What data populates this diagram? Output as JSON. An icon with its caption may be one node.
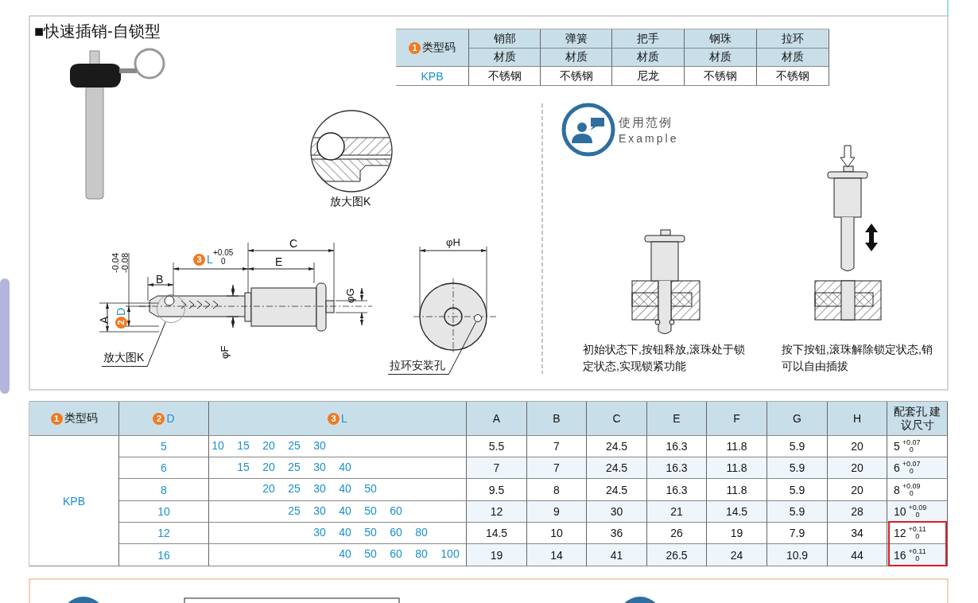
{
  "diagram": {
    "title": "■快速插销-自锁型",
    "nodes": [
      {
        "text": [
          "放大图K"
        ]
      },
      {
        "text": [],
        "shape": "circle"
      },
      {
        "text": [
          "拉环安装孔"
        ]
      },
      {
        "text": [],
        "shape": "circle"
      }
    ],
    "edges": [
      {
        "from": 0,
        "to": 1,
        "arrow": "none"
      },
      {
        "from": 2,
        "to": 3,
        "arrow": "none"
      }
    ],
    "labels": [
      "1",
      "类型码",
      "销部",
      "弹簧",
      "把手",
      "钢珠",
      "拉环",
      "材质",
      "材质",
      "材质",
      "材质",
      "材质",
      "KPB",
      "不锈钢",
      "不锈钢",
      "尼龙",
      "不锈钢",
      "不锈钢",
      "放大图K",
      "-0.04",
      "-0.08",
      "B",
      "3",
      "L",
      "+0.05",
      "0",
      "C",
      "E",
      "φG",
      "A",
      "2",
      "D",
      "φF",
      "φH",
      "使用范例",
      "Example",
      "初始状态下,按钮释放,滚珠处于锁定状态,实现锁紧功能",
      "按下按钮,滚珠解除锁定状态,销可以自由插拔",
      "1",
      "类型码",
      "2",
      "D",
      "3",
      "L",
      "A",
      "B",
      "C",
      "E",
      "F",
      "G",
      "H",
      "配套孔 建议尺寸",
      "KPB",
      "5",
      "10",
      "15",
      "20",
      "25",
      "30",
      "5.5",
      "7",
      "24.5",
      "16.3",
      "11.8",
      "5.9",
      "20",
      "5",
      "+0.07",
      "0",
      "6",
      "15",
      "20",
      "25",
      "30",
      "40",
      "7",
      "7",
      "24.5",
      "16.3",
      "11.8",
      "5.9",
      "20",
      "6",
      "+0.07",
      "0",
      "8",
      "20",
      "25",
      "30",
      "40",
      "50",
      "9.5",
      "8",
      "24.5",
      "16.3",
      "11.8",
      "5.9",
      "20",
      "8",
      "+0.09",
      "0",
      "10",
      "25",
      "30",
      "40",
      "50",
      "60",
      "12",
      "9",
      "30",
      "21",
      "14.5",
      "5.9",
      "28",
      "10",
      "+0.09",
      "0",
      "12",
      "30",
      "40",
      "50",
      "60",
      "80",
      "14.5",
      "10",
      "36",
      "26",
      "19",
      "7.9",
      "34",
      "12",
      "+0.11",
      "0",
      "16",
      "40",
      "50",
      "60",
      "80",
      "100",
      "19",
      "14",
      "41",
      "26.5",
      "24",
      "10.9",
      "44",
      "16",
      "+0.11",
      "0"
    ]
  }
}
